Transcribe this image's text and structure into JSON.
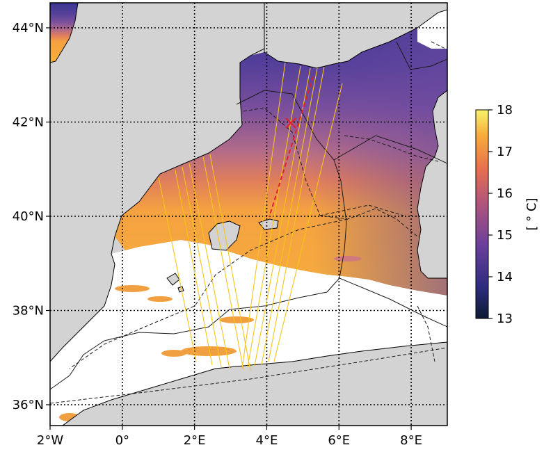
{
  "map": {
    "lat_ticks": [
      {
        "value": 44,
        "label": "44°N"
      },
      {
        "value": 42,
        "label": "42°N"
      },
      {
        "value": 40,
        "label": "40°N"
      },
      {
        "value": 38,
        "label": "38°N"
      },
      {
        "value": 36,
        "label": "36°N"
      }
    ],
    "lon_ticks": [
      {
        "value": -2,
        "label": "2°W"
      },
      {
        "value": 0,
        "label": "0°"
      },
      {
        "value": 2,
        "label": "2°E"
      },
      {
        "value": 4,
        "label": "4°E"
      },
      {
        "value": 6,
        "label": "6°E"
      },
      {
        "value": 8,
        "label": "8°E"
      }
    ],
    "lon_range": [
      -2,
      9
    ],
    "lat_range": [
      35.6,
      44.5
    ],
    "gridlines": true,
    "colors": {
      "land": "#d3d3d3",
      "no_data": "#ffffff",
      "track": "#f5c518",
      "transect": "#e0202a"
    }
  },
  "colorbar": {
    "ticks": [
      "18",
      "17",
      "16",
      "15",
      "14",
      "13"
    ],
    "label": "[ ° C]",
    "range": [
      13,
      18
    ],
    "colormap": "thermal"
  }
}
